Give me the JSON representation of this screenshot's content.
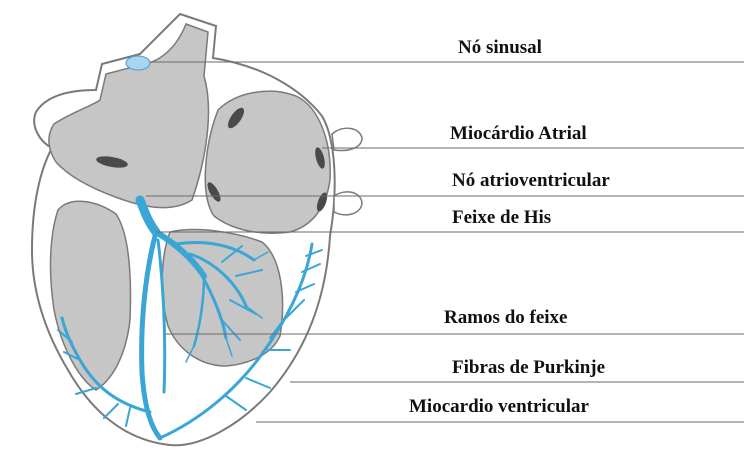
{
  "labels": {
    "no_sinusal": "Nó sinusal",
    "miocardio_atrial": "Miocárdio Atrial",
    "no_atrioventricular": "Nó atrioventricular",
    "feixe_de_his": "Feixe de His",
    "ramos_do_feixe": "Ramos do feixe",
    "fibras_de_purkinje": "Fibras de Purkinje",
    "miocardio_ventricular": "Miocardio ventricular"
  },
  "colors": {
    "chamber_fill": "#c6c6c6",
    "wall_fill": "#ffffff",
    "outline": "#7a7a7a",
    "conduction": "#3aa6d6",
    "sinus_node": "#a9d5f0",
    "leader_line": "#6a6a6a",
    "text": "#111111"
  }
}
